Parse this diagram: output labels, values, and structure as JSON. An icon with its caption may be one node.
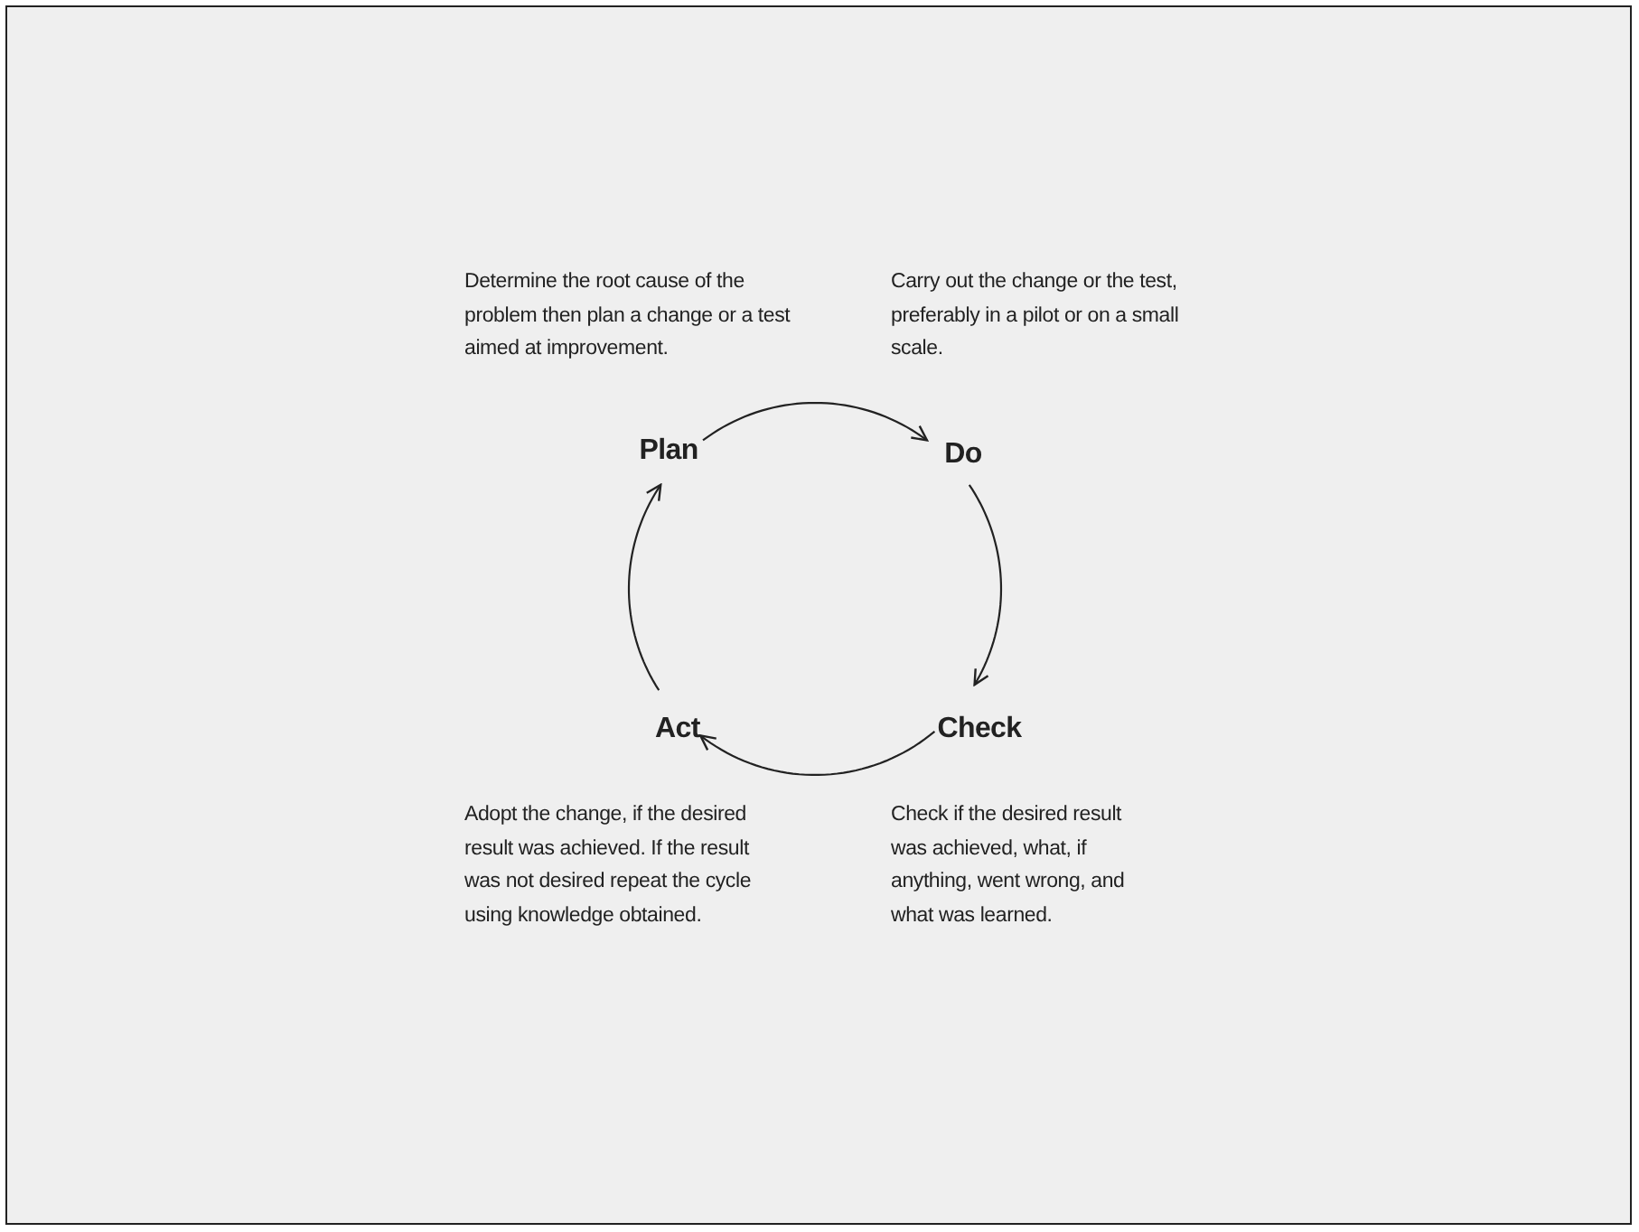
{
  "diagram": {
    "nodes": [
      {
        "text": [
          "Plan"
        ]
      },
      {
        "text": [
          "Do"
        ]
      },
      {
        "text": [
          "Check"
        ]
      },
      {
        "text": [
          "Act"
        ]
      }
    ],
    "edges": [
      {
        "from": 0,
        "to": 1,
        "arrow": "to"
      },
      {
        "from": 1,
        "to": 2,
        "arrow": "to"
      },
      {
        "from": 2,
        "to": 3,
        "arrow": "to"
      },
      {
        "from": 3,
        "to": 0,
        "arrow": "to"
      }
    ],
    "labels": [
      "Determine the root cause of the problem then plan a change or a test aimed at improvement.",
      "Carry out the change or the test, preferably in a pilot or on a small scale.",
      "Adopt the change, if the desired result was achieved. If the result was not desired repeat the cycle using knowledge obtained.",
      "Check if the desired result was achieved, what, if anything, went wrong, and what was learned."
    ]
  }
}
